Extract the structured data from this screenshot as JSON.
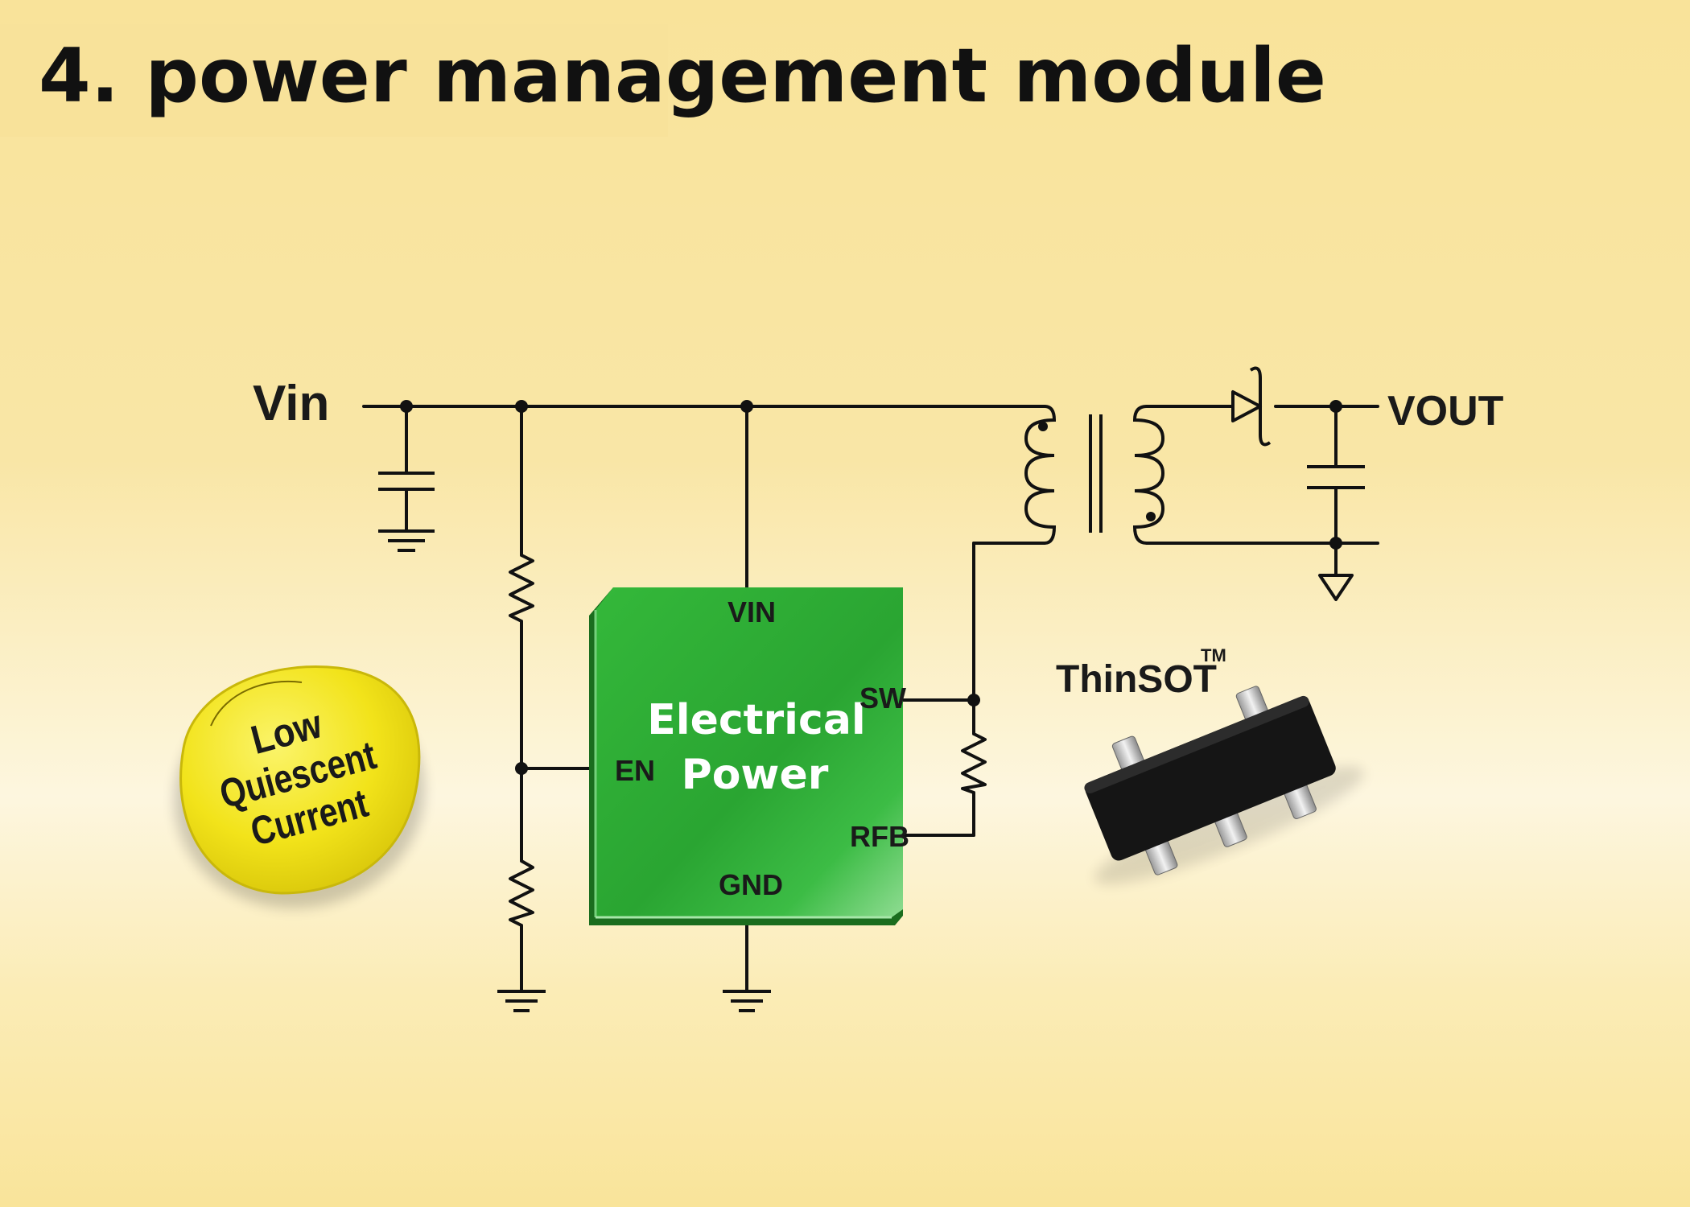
{
  "title": "4. power management module",
  "labels": {
    "vin_rail": "Vin",
    "vout": "VOUT",
    "chip_name_line1": "Electrical",
    "chip_name_line2": "Power",
    "pin_vin": "VIN",
    "pin_sw": "SW",
    "pin_en": "EN",
    "pin_rfb": "RFB",
    "pin_gnd": "GND",
    "package": "ThinSOT",
    "trademark": "TM",
    "badge_line1": "Low",
    "badge_line2": "Quiescent",
    "badge_line3": "Current"
  },
  "colors": {
    "chip_green": "#2aa532",
    "badge_yellow": "#f4e51c",
    "wire": "#111111"
  }
}
